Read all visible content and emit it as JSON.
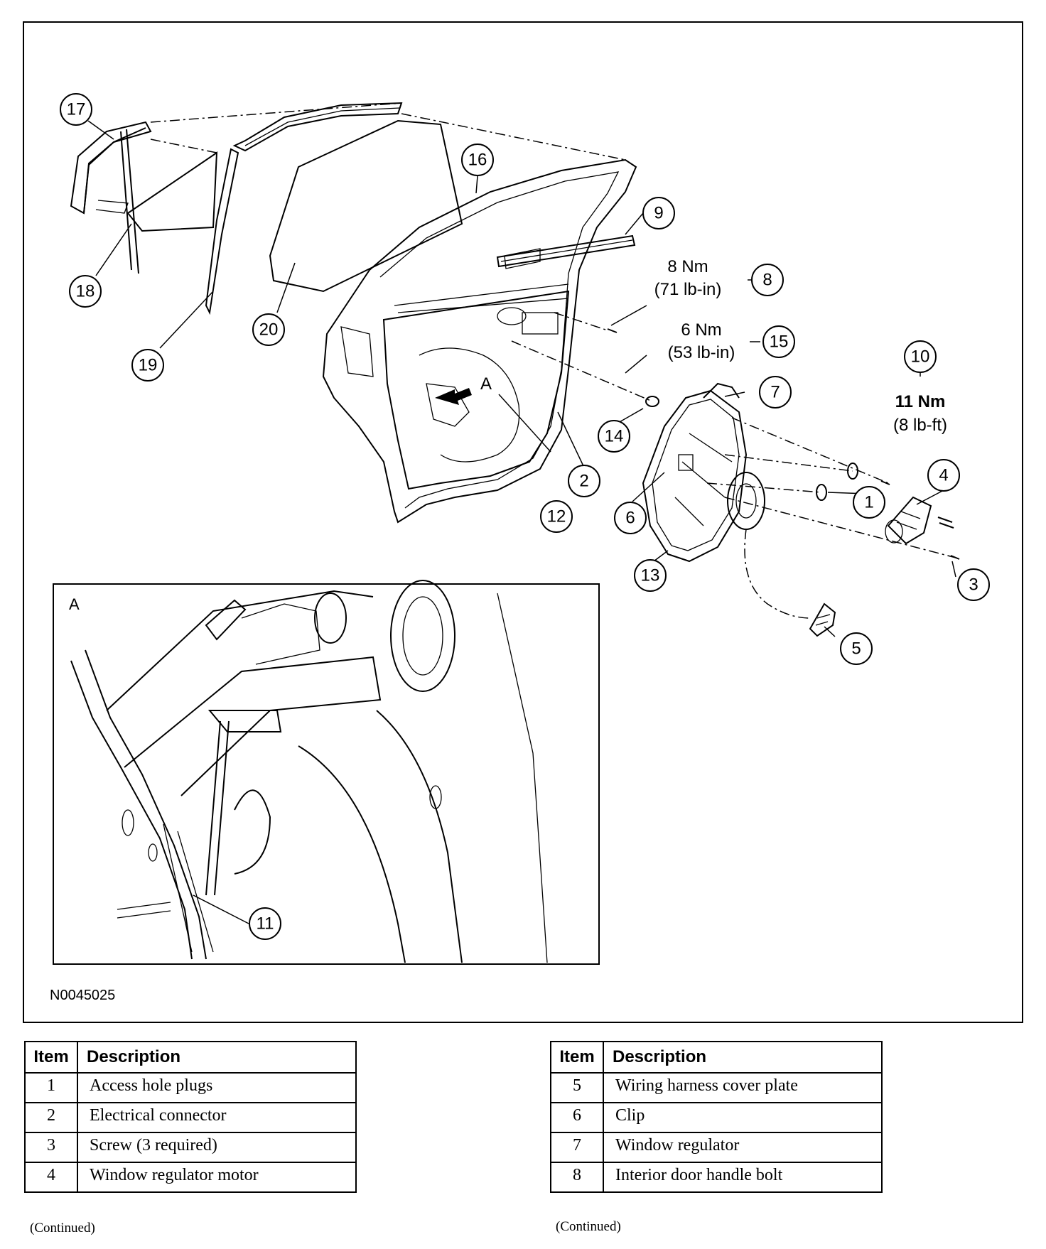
{
  "figure": {
    "figure_id": "N0045025",
    "detail_label": "A",
    "view_arrow_label": "A",
    "callouts": [
      "1",
      "2",
      "3",
      "4",
      "5",
      "6",
      "7",
      "8",
      "9",
      "10",
      "11",
      "12",
      "13",
      "14",
      "15",
      "16",
      "17",
      "18",
      "19",
      "20"
    ],
    "torques": {
      "item8": {
        "nm": "8 Nm",
        "imperial": "(71 lb-in)"
      },
      "item15": {
        "nm": "6 Nm",
        "imperial": "(53 lb-in)"
      },
      "item10": {
        "nm": "11 Nm",
        "imperial": "(8 lb-ft)"
      }
    }
  },
  "tables": {
    "headers": {
      "item": "Item",
      "description": "Description"
    },
    "left": [
      {
        "item": "1",
        "description": "Access hole plugs"
      },
      {
        "item": "2",
        "description": "Electrical connector"
      },
      {
        "item": "3",
        "description": "Screw (3 required)"
      },
      {
        "item": "4",
        "description": "Window regulator motor"
      }
    ],
    "right": [
      {
        "item": "5",
        "description": "Wiring harness cover plate"
      },
      {
        "item": "6",
        "description": "Clip"
      },
      {
        "item": "7",
        "description": "Window regulator"
      },
      {
        "item": "8",
        "description": "Interior door handle bolt"
      }
    ],
    "continued_left": "(Continued)",
    "continued_right": "(Continued)"
  }
}
